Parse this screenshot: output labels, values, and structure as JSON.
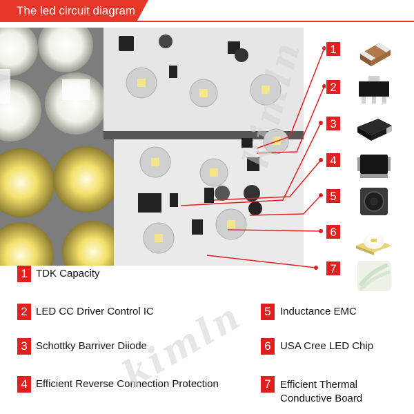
{
  "header": {
    "title": "The led circuit diagram",
    "accent": "#e8352a"
  },
  "watermark": "kimln",
  "components": [
    {
      "number": "1",
      "label": "TDK Capacity",
      "thumb_icon": "smd-capacitor-icon"
    },
    {
      "number": "2",
      "label": "LED CC Driver Control IC",
      "thumb_icon": "driver-ic-icon"
    },
    {
      "number": "3",
      "label": "Schottky Barriver Diiode",
      "thumb_icon": "schottky-diode-icon"
    },
    {
      "number": "4",
      "label": "Efficient Reverse Connection Protection",
      "thumb_icon": "protection-diode-icon"
    },
    {
      "number": "5",
      "label": "Inductance EMC",
      "thumb_icon": "inductor-icon"
    },
    {
      "number": "6",
      "label": "USA Cree LED Chip",
      "thumb_icon": "cree-led-chip-icon"
    },
    {
      "number": "7",
      "label": "Efficient Thermal\nConductive Board",
      "thumb_icon": "thermal-board-icon"
    }
  ]
}
